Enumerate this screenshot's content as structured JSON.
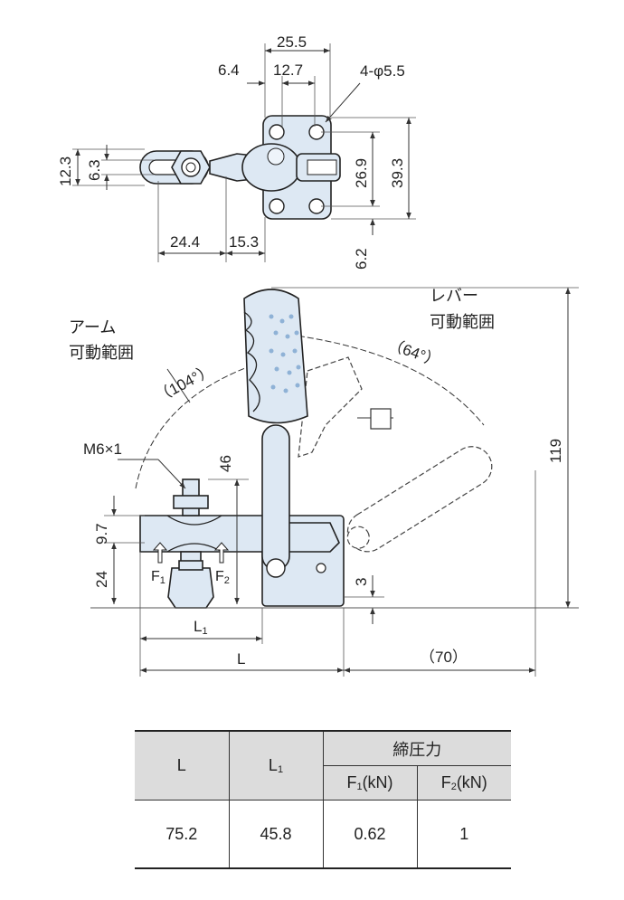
{
  "top_view": {
    "dims": {
      "width_total": "25.5",
      "left_offset": "6.4",
      "hole_pitch_x": "12.7",
      "holes": "4-φ5.5",
      "slot_outer": "12.3",
      "slot_inner": "6.3",
      "slot_len": "24.4",
      "neck_len": "15.3",
      "hole_pitch_y": "26.9",
      "height_total": "39.3",
      "edge_offset": "6.2"
    }
  },
  "side_view": {
    "arm_label_line1": "アーム",
    "arm_label_line2": "可動範囲",
    "arm_angle": "（104°）",
    "lever_label_line1": "レバー",
    "lever_label_line2": "可動範囲",
    "lever_angle": "（64°）",
    "screw": "M6×1",
    "dims": {
      "arm_height": "46",
      "arm_thickness": "9.7",
      "spindle_height": "24",
      "base_offset": "3",
      "overall_height": "119",
      "L1_label": "L",
      "L1_sub": "1",
      "L_label": "L",
      "lever_travel": "（70）",
      "F1": "F",
      "F1_sub": "1",
      "F2": "F",
      "F2_sub": "2"
    }
  },
  "table": {
    "col_L": "L",
    "col_L1": "L",
    "col_L1_sub": "1",
    "group_header": "締圧力",
    "col_F1": "F",
    "col_F1_sub": "1",
    "col_F1_unit": "(kN)",
    "col_F2": "F",
    "col_F2_sub": "2",
    "col_F2_unit": "(kN)",
    "row": {
      "L": "75.2",
      "L1": "45.8",
      "F1": "0.62",
      "F2": "1"
    }
  }
}
